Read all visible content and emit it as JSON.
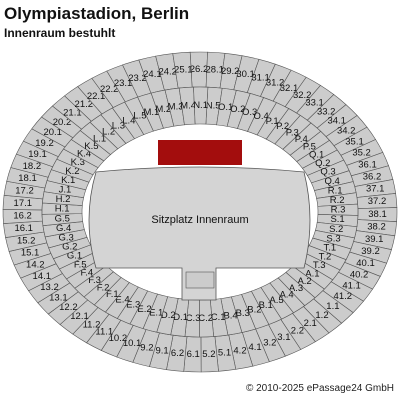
{
  "header": {
    "title": "Olympiastadion, Berlin",
    "subtitle": "Innenraum bestuhlt"
  },
  "field": {
    "label": "Sitzplatz Innenraum"
  },
  "footer": {
    "copyright": "© 2010-2025 ePassage24 GmbH"
  },
  "colors": {
    "section_fill": "#cccccc",
    "stroke": "#555555",
    "stage": "#a30d0d",
    "field": "#d4d4d4",
    "background": "#ffffff"
  },
  "upper_ring": [
    "26.2",
    "28.1",
    "29.2",
    "30.1",
    "31.1",
    "31.2",
    "32.1",
    "32.2",
    "33.1",
    "33.2",
    "34.1",
    "34.2",
    "35.1",
    "35.2",
    "36.1",
    "36.2",
    "37.1",
    "37.2",
    "38.1",
    "38.2",
    "39.1",
    "39.2",
    "40.1",
    "40.2",
    "41.1",
    "41.2",
    "1.1",
    "1.2",
    "2.1",
    "2.2",
    "3.1",
    "3.2",
    "4.1",
    "4.2",
    "5.1",
    "5.2",
    "6.1",
    "6.2",
    "9.1",
    "9.2",
    "10.1",
    "10.2",
    "11.1",
    "11.2",
    "12.1",
    "12.2",
    "13.1",
    "13.2",
    "14.1",
    "14.2",
    "15.1",
    "15.2",
    "16.1",
    "16.2",
    "17.1",
    "17.2",
    "18.1",
    "18.2",
    "19.1",
    "19.2",
    "20.1",
    "20.2",
    "21.1",
    "21.2",
    "22.1",
    "22.2",
    "23.1",
    "23.2",
    "24.1",
    "24.2",
    "25.1"
  ],
  "lower_ring": [
    "N.5",
    "O.1",
    "O.2",
    "O.3",
    "O.4",
    "P.1",
    "P.2",
    "P.3",
    "P.4",
    "P.5",
    "Q.1",
    "Q.2",
    "Q.3",
    "Q.4",
    "R.1",
    "R.2",
    "R.3",
    "S.1",
    "S.2",
    "S.3",
    "T.1",
    "T.2",
    "T.3",
    "A.1",
    "A.2",
    "A.3",
    "A.4",
    "A.5",
    "B.1",
    "B.2",
    "B.3",
    "B.4",
    "C.1",
    "C.2",
    "C.3",
    "D.1",
    "D.2",
    "E.1",
    "E.2",
    "E.3",
    "E.4",
    "F.1",
    "F.2",
    "F.3",
    "F.4",
    "F.5",
    "G.1",
    "G.2",
    "G.3",
    "G.4",
    "G.5",
    "H.1",
    "H.2",
    "J.1",
    "K.1",
    "K.2",
    "K.3",
    "K.4",
    "K.5",
    "L.1",
    "L.2",
    "L.3",
    "L.4",
    "L.5",
    "M.1",
    "M.2",
    "M.3",
    "M.4",
    "N.1"
  ]
}
